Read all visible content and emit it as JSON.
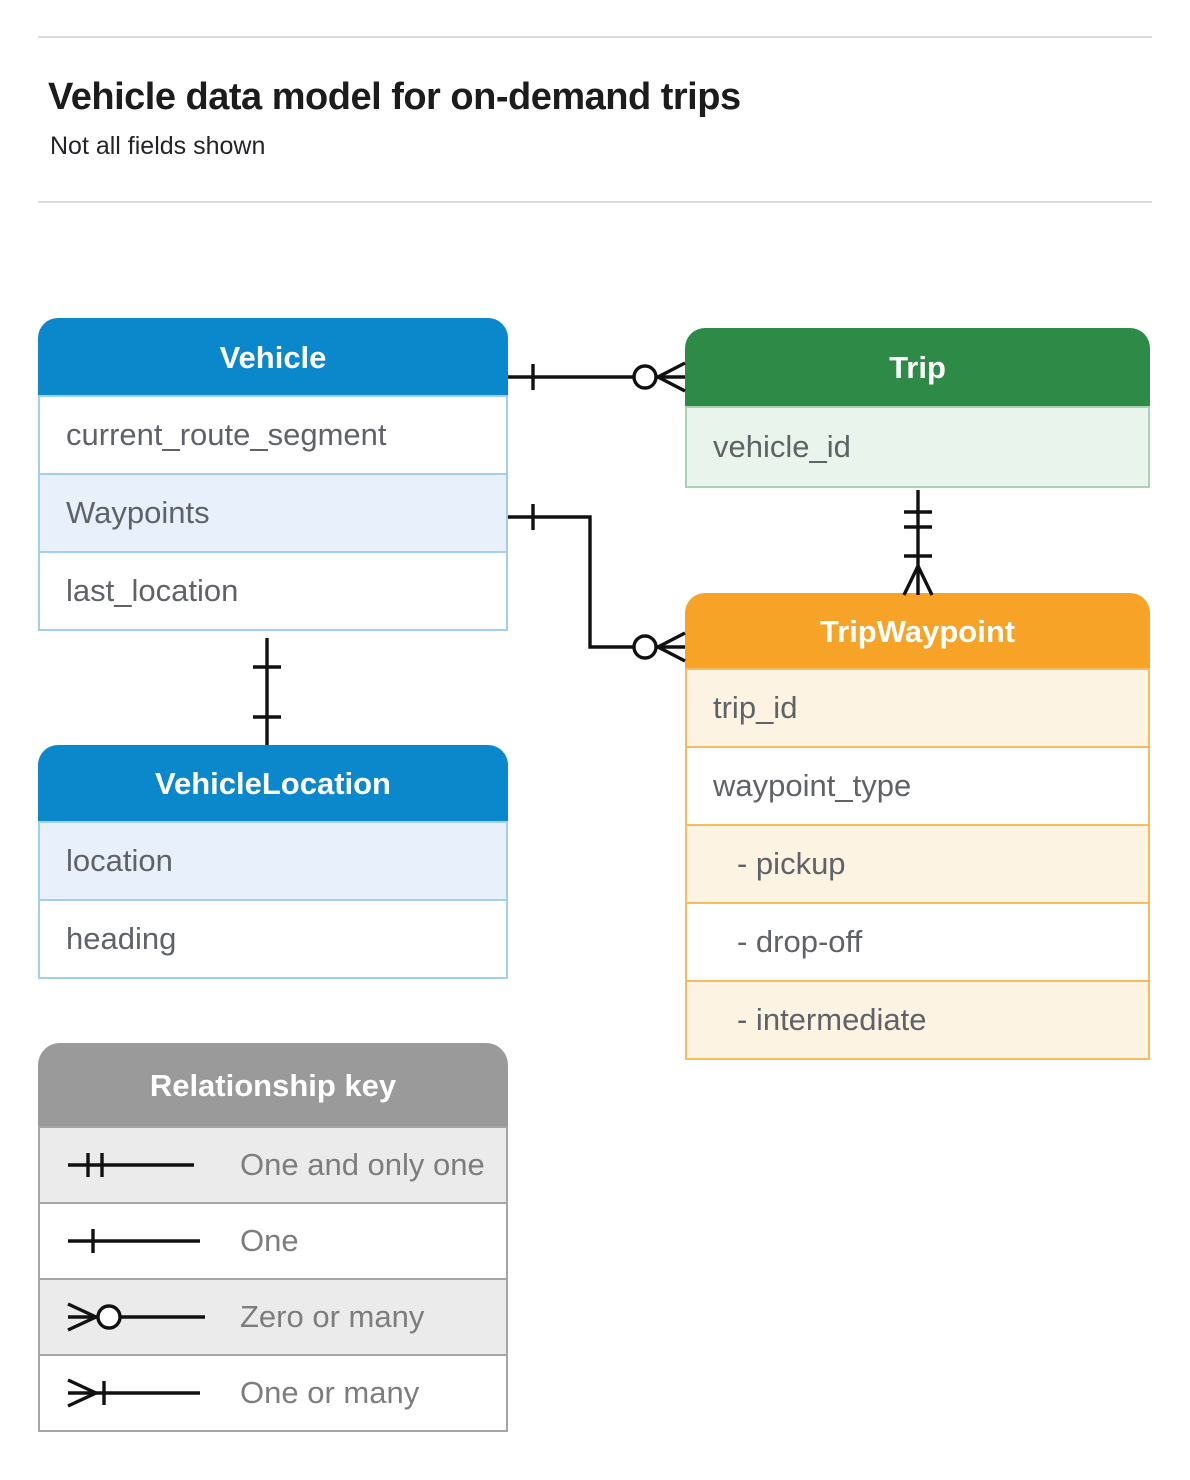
{
  "page": {
    "title": "Vehicle data model for on-demand trips",
    "subtitle": "Not all fields shown"
  },
  "colors": {
    "blue_header": "#0b87cb",
    "blue_row_tint": "#e8f1fb",
    "blue_row_border": "#a3cdf1",
    "green_header": "#2e8b47",
    "green_row_tint": "#e9f4ec",
    "green_row_border": "#a9d2b1",
    "orange_header": "#f7a327",
    "orange_row_tint": "#fdf3e2",
    "orange_row_border": "#f8bc5c",
    "gray_header": "#9a9a9a",
    "gray_row_tint": "#ebebeb",
    "row_text": "#5f6368",
    "connector": "#111111"
  },
  "entities": {
    "vehicle": {
      "title": "Vehicle",
      "rows": [
        {
          "label": "current_route_segment"
        },
        {
          "label": "Waypoints"
        },
        {
          "label": "last_location"
        }
      ]
    },
    "trip": {
      "title": "Trip",
      "rows": [
        {
          "label": "vehicle_id"
        }
      ]
    },
    "trip_waypoint": {
      "title": "TripWaypoint",
      "rows": [
        {
          "label": "trip_id"
        },
        {
          "label": "waypoint_type"
        },
        {
          "label": "- pickup"
        },
        {
          "label": "- drop-off"
        },
        {
          "label": "- intermediate"
        }
      ]
    },
    "vehicle_location": {
      "title": "VehicleLocation",
      "rows": [
        {
          "label": "location"
        },
        {
          "label": "heading"
        }
      ]
    }
  },
  "relationships": [
    {
      "from": "Vehicle",
      "to": "Trip",
      "from_end": "one",
      "to_end": "zero-or-many"
    },
    {
      "from": "Vehicle.Waypoints",
      "to": "TripWaypoint",
      "from_end": "one",
      "to_end": "zero-or-many"
    },
    {
      "from": "Trip",
      "to": "TripWaypoint",
      "from_end": "one-and-only-one",
      "to_end": "one-or-many"
    },
    {
      "from": "Vehicle",
      "to": "VehicleLocation",
      "from_end": "one",
      "to_end": "one"
    }
  ],
  "legend": {
    "title": "Relationship key",
    "items": [
      {
        "symbol": "one-and-only-one",
        "label": "One and only one"
      },
      {
        "symbol": "one",
        "label": "One"
      },
      {
        "symbol": "zero-or-many",
        "label": "Zero or many"
      },
      {
        "symbol": "one-or-many",
        "label": "One or many"
      }
    ]
  }
}
